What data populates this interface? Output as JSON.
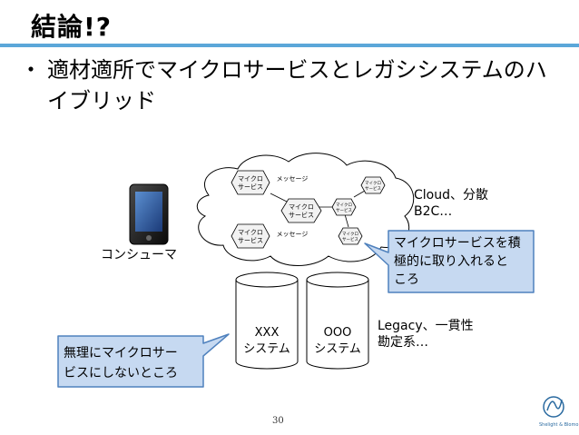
{
  "slide": {
    "title": "結論!?",
    "bullet_marker": "・",
    "bullet_text": "適材適所でマイクロサービスとレガシシステムのハイブリッド",
    "page_number": "30",
    "logo_text": "Shelight & Blomo"
  },
  "diagram": {
    "consumer_label": "コンシューマ",
    "services": {
      "s1": [
        "マイクロ",
        "サービス"
      ],
      "s2": [
        "マイクロ",
        "サービス"
      ],
      "s3": [
        "マイクロ",
        "サービス"
      ],
      "s4": [
        "マイクロ",
        "サービス"
      ],
      "s5": [
        "マイクロ",
        "サービス"
      ],
      "s6": [
        "マイクロ",
        "サービス"
      ]
    },
    "message_labels": [
      "メッセージ",
      "メッセージ"
    ],
    "cloud_label": [
      "Cloud、分散",
      "B2C…"
    ],
    "db_xxx": [
      "XXX",
      "システム"
    ],
    "db_ooo": [
      "OOO",
      "システム"
    ],
    "legacy_label": [
      "Legacy、一貫性",
      "勘定系…"
    ],
    "callout_right": [
      "マイクロサービスを積",
      "極的に取り入れると",
      "ころ"
    ],
    "callout_left": [
      "無理にマイクロサー",
      "ビスにしないところ"
    ]
  },
  "colors": {
    "title_rule": "#5ba7d9",
    "callout_fill": "#c6d9f1",
    "callout_stroke": "#4f81bd",
    "cloud_fill": "#ffffff",
    "hexagon_fill": "#f2f2f2"
  }
}
